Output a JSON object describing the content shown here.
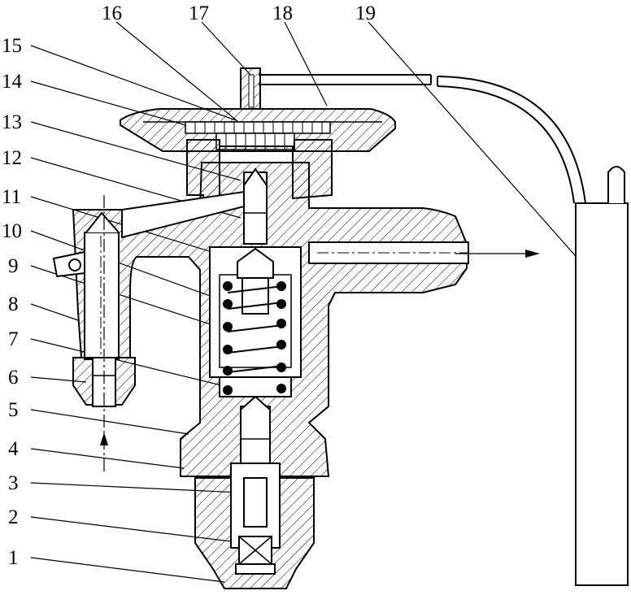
{
  "labels": {
    "n1": "1",
    "n2": "2",
    "n3": "3",
    "n4": "4",
    "n5": "5",
    "n6": "6",
    "n7": "7",
    "n8": "8",
    "n9": "9",
    "n10": "10",
    "n11": "11",
    "n12": "12",
    "n13": "13",
    "n14": "14",
    "n15": "15",
    "n16": "16",
    "n17": "17",
    "n18": "18",
    "n19": "19"
  },
  "colors": {
    "ink": "#000000",
    "paper": "#ffffff"
  }
}
